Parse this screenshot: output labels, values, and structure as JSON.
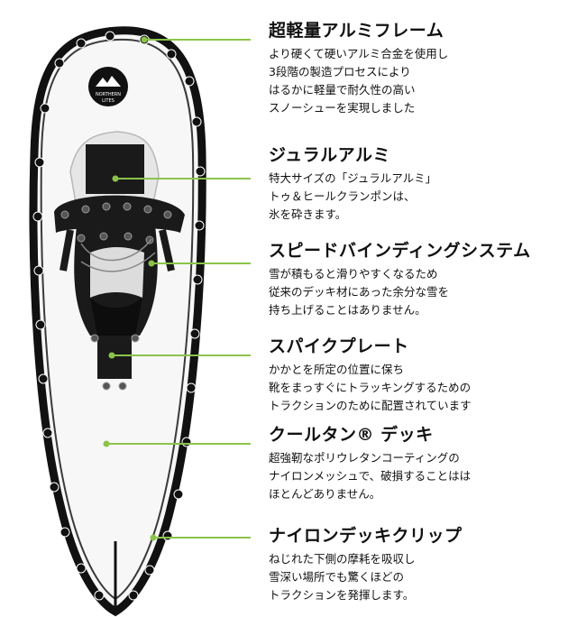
{
  "logo": {
    "line1": "NORTHERN",
    "line2": "LITES"
  },
  "features": [
    {
      "title": "超軽量アルミフレーム",
      "lines": [
        "より硬くて硬いアルミ合金を使用し",
        "3段階の製造プロセスにより",
        "はるかに軽量で耐久性の高い",
        "スノーシューを実現しました"
      ]
    },
    {
      "title": "ジュラルアルミ",
      "lines": [
        "特大サイズの「ジュラルアルミ」",
        "トゥ＆ヒールクランポンは、",
        "氷を砕きます。"
      ]
    },
    {
      "title": "スピードバインディングシステム",
      "lines": [
        "雪が積もると滑りやすくなるため",
        "従来のデッキ材にあった余分な雪を",
        "持ち上げることはありません。"
      ]
    },
    {
      "title": "スパイクプレート",
      "lines": [
        "かかとを所定の位置に保ち",
        "靴をまっすぐにトラッキングするための",
        "トラクションのために配置されています"
      ]
    },
    {
      "title": "クールタン® デッキ",
      "lines": [
        "超強靭なポリウレタンコーティングの",
        "ナイロンメッシュで、破損することはは",
        "ほとんどありません。"
      ]
    },
    {
      "title": "ナイロンデッキクリップ",
      "lines": [
        "ねじれた下側の摩耗を吸収し",
        "雪深い場所でも驚くほどの",
        "トラクションを発揮します。"
      ]
    }
  ],
  "colors": {
    "callout_line": "#8bc34a",
    "frame": "#111111",
    "deck": "#f7f7f7"
  }
}
